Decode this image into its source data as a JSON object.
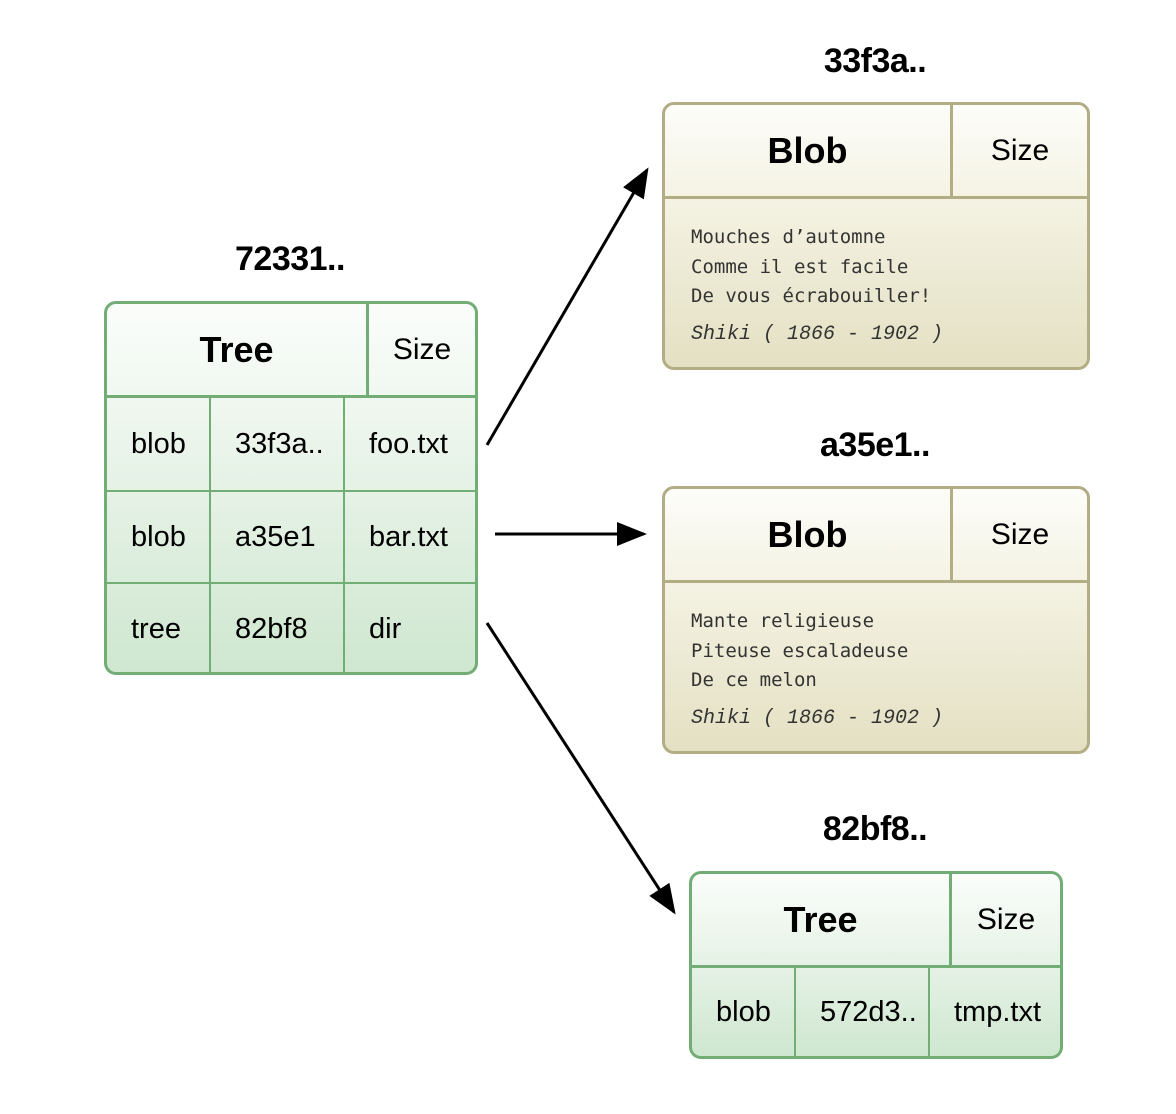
{
  "tree_root": {
    "hash": "72331..",
    "title": "Tree",
    "size_label": "Size",
    "entries": [
      {
        "type": "blob",
        "hash": "33f3a..",
        "name": "foo.txt"
      },
      {
        "type": "blob",
        "hash": "a35e1",
        "name": "bar.txt"
      },
      {
        "type": "tree",
        "hash": "82bf8",
        "name": "dir"
      }
    ]
  },
  "blob_1": {
    "hash": "33f3a..",
    "title": "Blob",
    "size_label": "Size",
    "lines": [
      "Mouches d’automne",
      "Comme il est facile",
      "De vous écrabouiller!"
    ],
    "signature": "Shiki ( 1866 - 1902 )"
  },
  "blob_2": {
    "hash": "a35e1..",
    "title": "Blob",
    "size_label": "Size",
    "lines": [
      "Mante religieuse",
      "Piteuse escaladeuse",
      "De ce melon"
    ],
    "signature": "Shiki ( 1866 - 1902 )"
  },
  "tree_sub": {
    "hash": "82bf8..",
    "title": "Tree",
    "size_label": "Size",
    "entries": [
      {
        "type": "blob",
        "hash": "572d3..",
        "name": "tmp.txt"
      }
    ]
  },
  "colors": {
    "tree_border": "#72ad76",
    "blob_border": "#b3ad86",
    "arrow": "#000000"
  }
}
